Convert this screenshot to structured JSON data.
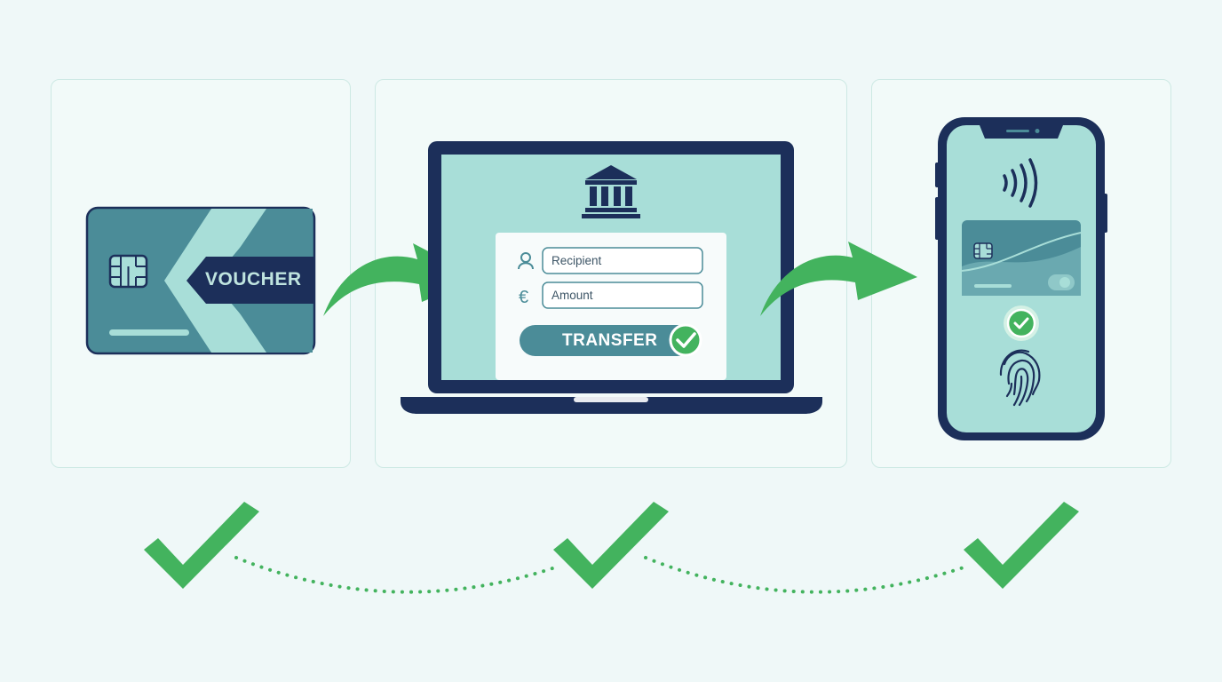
{
  "steps": [
    {
      "id": "voucher",
      "card_label": "VOUCHER"
    },
    {
      "id": "transfer",
      "form": {
        "recipient_placeholder": "Recipient",
        "amount_placeholder": "Amount",
        "currency_symbol": "€",
        "submit_label": "TRANSFER"
      }
    },
    {
      "id": "mobile-wallet"
    }
  ],
  "colors": {
    "background": "#eff8f8",
    "panel_border": "#cde9e4",
    "navy": "#1c2f5a",
    "teal_card": "#4b8c98",
    "light_teal": "#a8ded8",
    "green_accent": "#43b35e"
  },
  "icons": [
    "chip-icon",
    "bank-icon",
    "user-icon",
    "euro-icon",
    "check-icon",
    "nfc-icon",
    "fingerprint-icon",
    "arrow-icon"
  ]
}
